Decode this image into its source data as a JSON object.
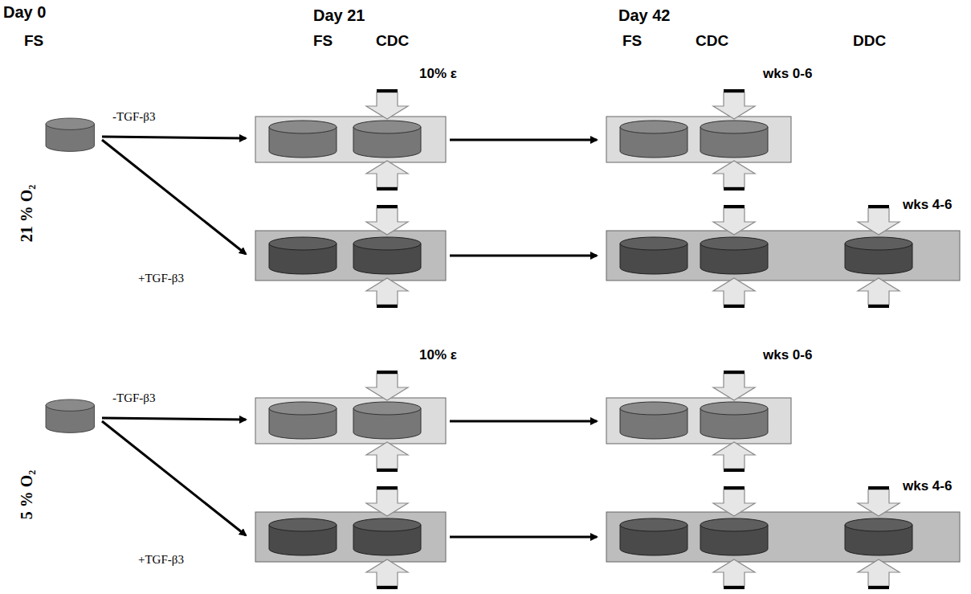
{
  "diagram": {
    "labels": [
      "Day 0",
      "Day 21",
      "Day 42",
      "FS",
      "FS",
      "CDC",
      "FS",
      "CDC",
      "DDC",
      "21 % O₂",
      "-TGF-β3",
      "+TGF-β3",
      "10% ε",
      "wks 0-6",
      "wks 4-6",
      "5 % O₂",
      "-TGF-β3",
      "+TGF-β3",
      "10% ε",
      "wks 0-6",
      "wks 4-6"
    ]
  }
}
